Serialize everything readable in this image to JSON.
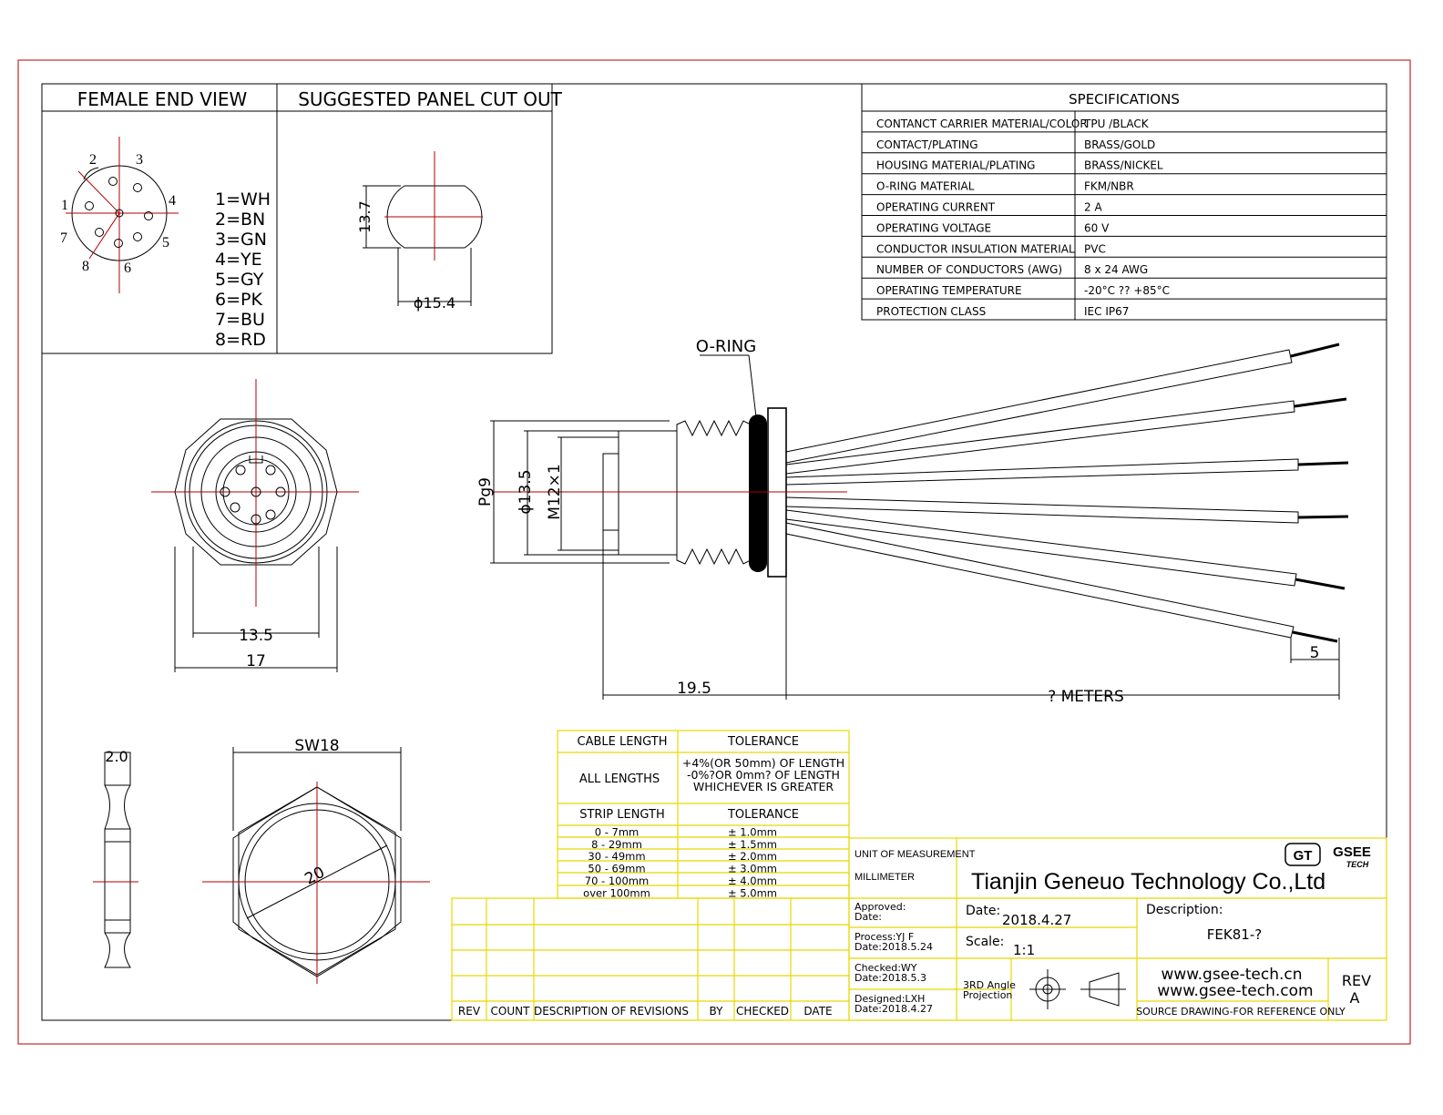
{
  "views": {
    "female_end_title": "FEMALE END VIEW",
    "panel_cut_title": "SUGGESTED PANEL CUT OUT",
    "pins": [
      "1",
      "2",
      "3",
      "4",
      "5",
      "6",
      "7",
      "8"
    ],
    "pin_colors": [
      "1=WH",
      "2=BN",
      "3=GN",
      "4=YE",
      "5=GY",
      "6=PK",
      "7=BU",
      "8=RD"
    ],
    "cutout_height": "13.7",
    "cutout_dia": "ϕ15.4"
  },
  "specifications": {
    "title": "SPECIFICATIONS",
    "rows": [
      {
        "label": "CONTANCT CARRIER MATERIAL/COLOR",
        "value": "TPU /BLACK"
      },
      {
        "label": "CONTACT/PLATING",
        "value": "BRASS/GOLD"
      },
      {
        "label": "HOUSING MATERIAL/PLATING",
        "value": "BRASS/NICKEL"
      },
      {
        "label": "O-RING MATERIAL",
        "value": "FKM/NBR"
      },
      {
        "label": "OPERATING CURRENT",
        "value": "2 A"
      },
      {
        "label": "OPERATING VOLTAGE",
        "value": "60 V"
      },
      {
        "label": "CONDUCTOR INSULATION MATERIAL",
        "value": "PVC"
      },
      {
        "label": "NUMBER OF CONDUCTORS (AWG)",
        "value": "8 x 24 AWG"
      },
      {
        "label": "OPERATING TEMPERATURE",
        "value": "-20°C ?? +85°C"
      },
      {
        "label": "PROTECTION CLASS",
        "value": "IEC  IP67"
      }
    ]
  },
  "dimensions": {
    "front_inner": "13.5",
    "front_outer": "17",
    "oring_label": "O-RING",
    "pg": "Pg9",
    "phi135": "ϕ13.5",
    "thread": "M12×1",
    "body_len": "19.5",
    "cable_len": "? METERS",
    "strip": "5",
    "nut_thickness": "2.0",
    "nut_sw": "SW18",
    "nut_dia": "20"
  },
  "tolerance": {
    "h_cable": "CABLE LENGTH",
    "h_tol": "TOLERANCE",
    "all_lengths": "ALL LENGTHS",
    "all_tol": [
      "+4%(OR 50mm) OF LENGTH",
      "-0%?OR 0mm? OF LENGTH",
      "WHICHEVER  IS  GREATER"
    ],
    "h_strip": "STRIP LENGTH",
    "h_tol2": "TOLERANCE",
    "rows": [
      {
        "range": "0 - 7mm",
        "tol": "± 1.0mm"
      },
      {
        "range": "8 - 29mm",
        "tol": "± 1.5mm"
      },
      {
        "range": "30 - 49mm",
        "tol": "± 2.0mm"
      },
      {
        "range": "50 - 69mm",
        "tol": "± 3.0mm"
      },
      {
        "range": "70 - 100mm",
        "tol": "± 4.0mm"
      },
      {
        "range": "over 100mm",
        "tol": "± 5.0mm"
      }
    ]
  },
  "revisions": {
    "headers": [
      "REV",
      "COUNT",
      "DESCRIPTION  OF  REVISIONS",
      "BY",
      "CHECKED",
      "DATE"
    ]
  },
  "title_block": {
    "unit_label": "UNIT OF MEASUREMENT",
    "unit_value": "MILLIMETER",
    "company": "Tianjin Geneuo Technology Co.,Ltd",
    "logo_gt": "GT",
    "logo_top": "GSEE",
    "logo_bottom": "TECH",
    "approved_label": "Approved:",
    "approved_date": "Date:",
    "date_label": "Date:",
    "date_value": "2018.4.27",
    "description_label": "Description:",
    "description_value": "FEK81-?",
    "process": "Process:YJ F",
    "process_date": "Date:2018.5.24",
    "scale_label": "Scale:",
    "scale_value": "1:1",
    "checked": "Checked:WY",
    "checked_date": "Date:2018.5.3",
    "projection": [
      "3RD Angle",
      "Projection"
    ],
    "website1": "www.gsee-tech.cn",
    "website2": "www.gsee-tech.com",
    "rev_label": "REV",
    "rev_value": "A",
    "designed": "Designed:LXH",
    "designed_date": "Date:2018.4.27",
    "source_note": "SOURCE DRAWING-FOR REFERENCE ONLY"
  },
  "colors": {
    "border_red": "#b00000",
    "table_yellow": "#e8d800"
  }
}
